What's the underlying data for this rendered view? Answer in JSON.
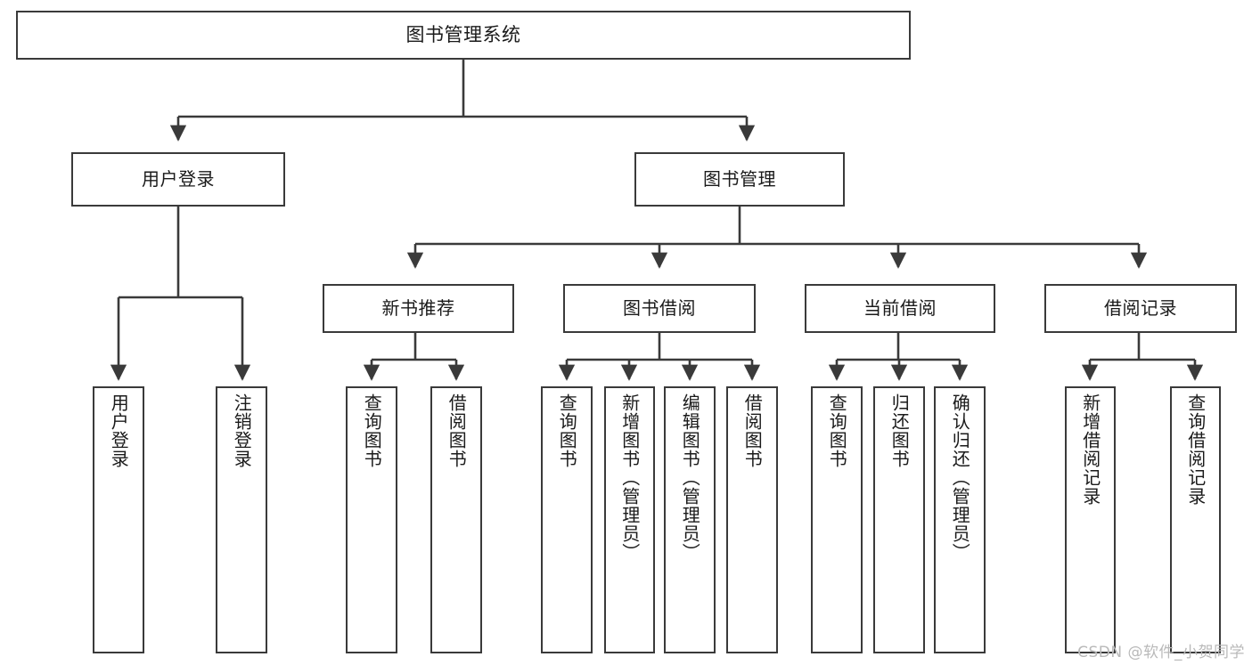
{
  "diagram": {
    "title": "图书管理系统",
    "type": "tree-hierarchy",
    "watermark": "CSDN @软件_小贺同学",
    "colors": {
      "stroke": "#3a3a3a",
      "fill": "#ffffff",
      "text": "#1a1a1a",
      "watermark": "#b9b9b9"
    },
    "root": {
      "label": "图书管理系统"
    },
    "level1": [
      {
        "label": "用户登录"
      },
      {
        "label": "图书管理"
      }
    ],
    "level2": [
      {
        "label": "新书推荐"
      },
      {
        "label": "图书借阅"
      },
      {
        "label": "当前借阅"
      },
      {
        "label": "借阅记录"
      }
    ],
    "leaves": [
      {
        "label": "用户登录",
        "parent": "用户登录"
      },
      {
        "label": "注销登录",
        "parent": "用户登录"
      },
      {
        "label": "查询图书",
        "parent": "新书推荐"
      },
      {
        "label": "借阅图书",
        "parent": "新书推荐"
      },
      {
        "label": "查询图书",
        "parent": "图书借阅"
      },
      {
        "label": "新增图书（管理员）",
        "parent": "图书借阅"
      },
      {
        "label": "编辑图书（管理员）",
        "parent": "图书借阅"
      },
      {
        "label": "借阅图书",
        "parent": "图书借阅"
      },
      {
        "label": "查询图书",
        "parent": "当前借阅"
      },
      {
        "label": "归还图书",
        "parent": "当前借阅"
      },
      {
        "label": "确认归还（管理员）",
        "parent": "当前借阅"
      },
      {
        "label": "新增借阅记录",
        "parent": "借阅记录"
      },
      {
        "label": "查询借阅记录",
        "parent": "借阅记录"
      }
    ]
  }
}
